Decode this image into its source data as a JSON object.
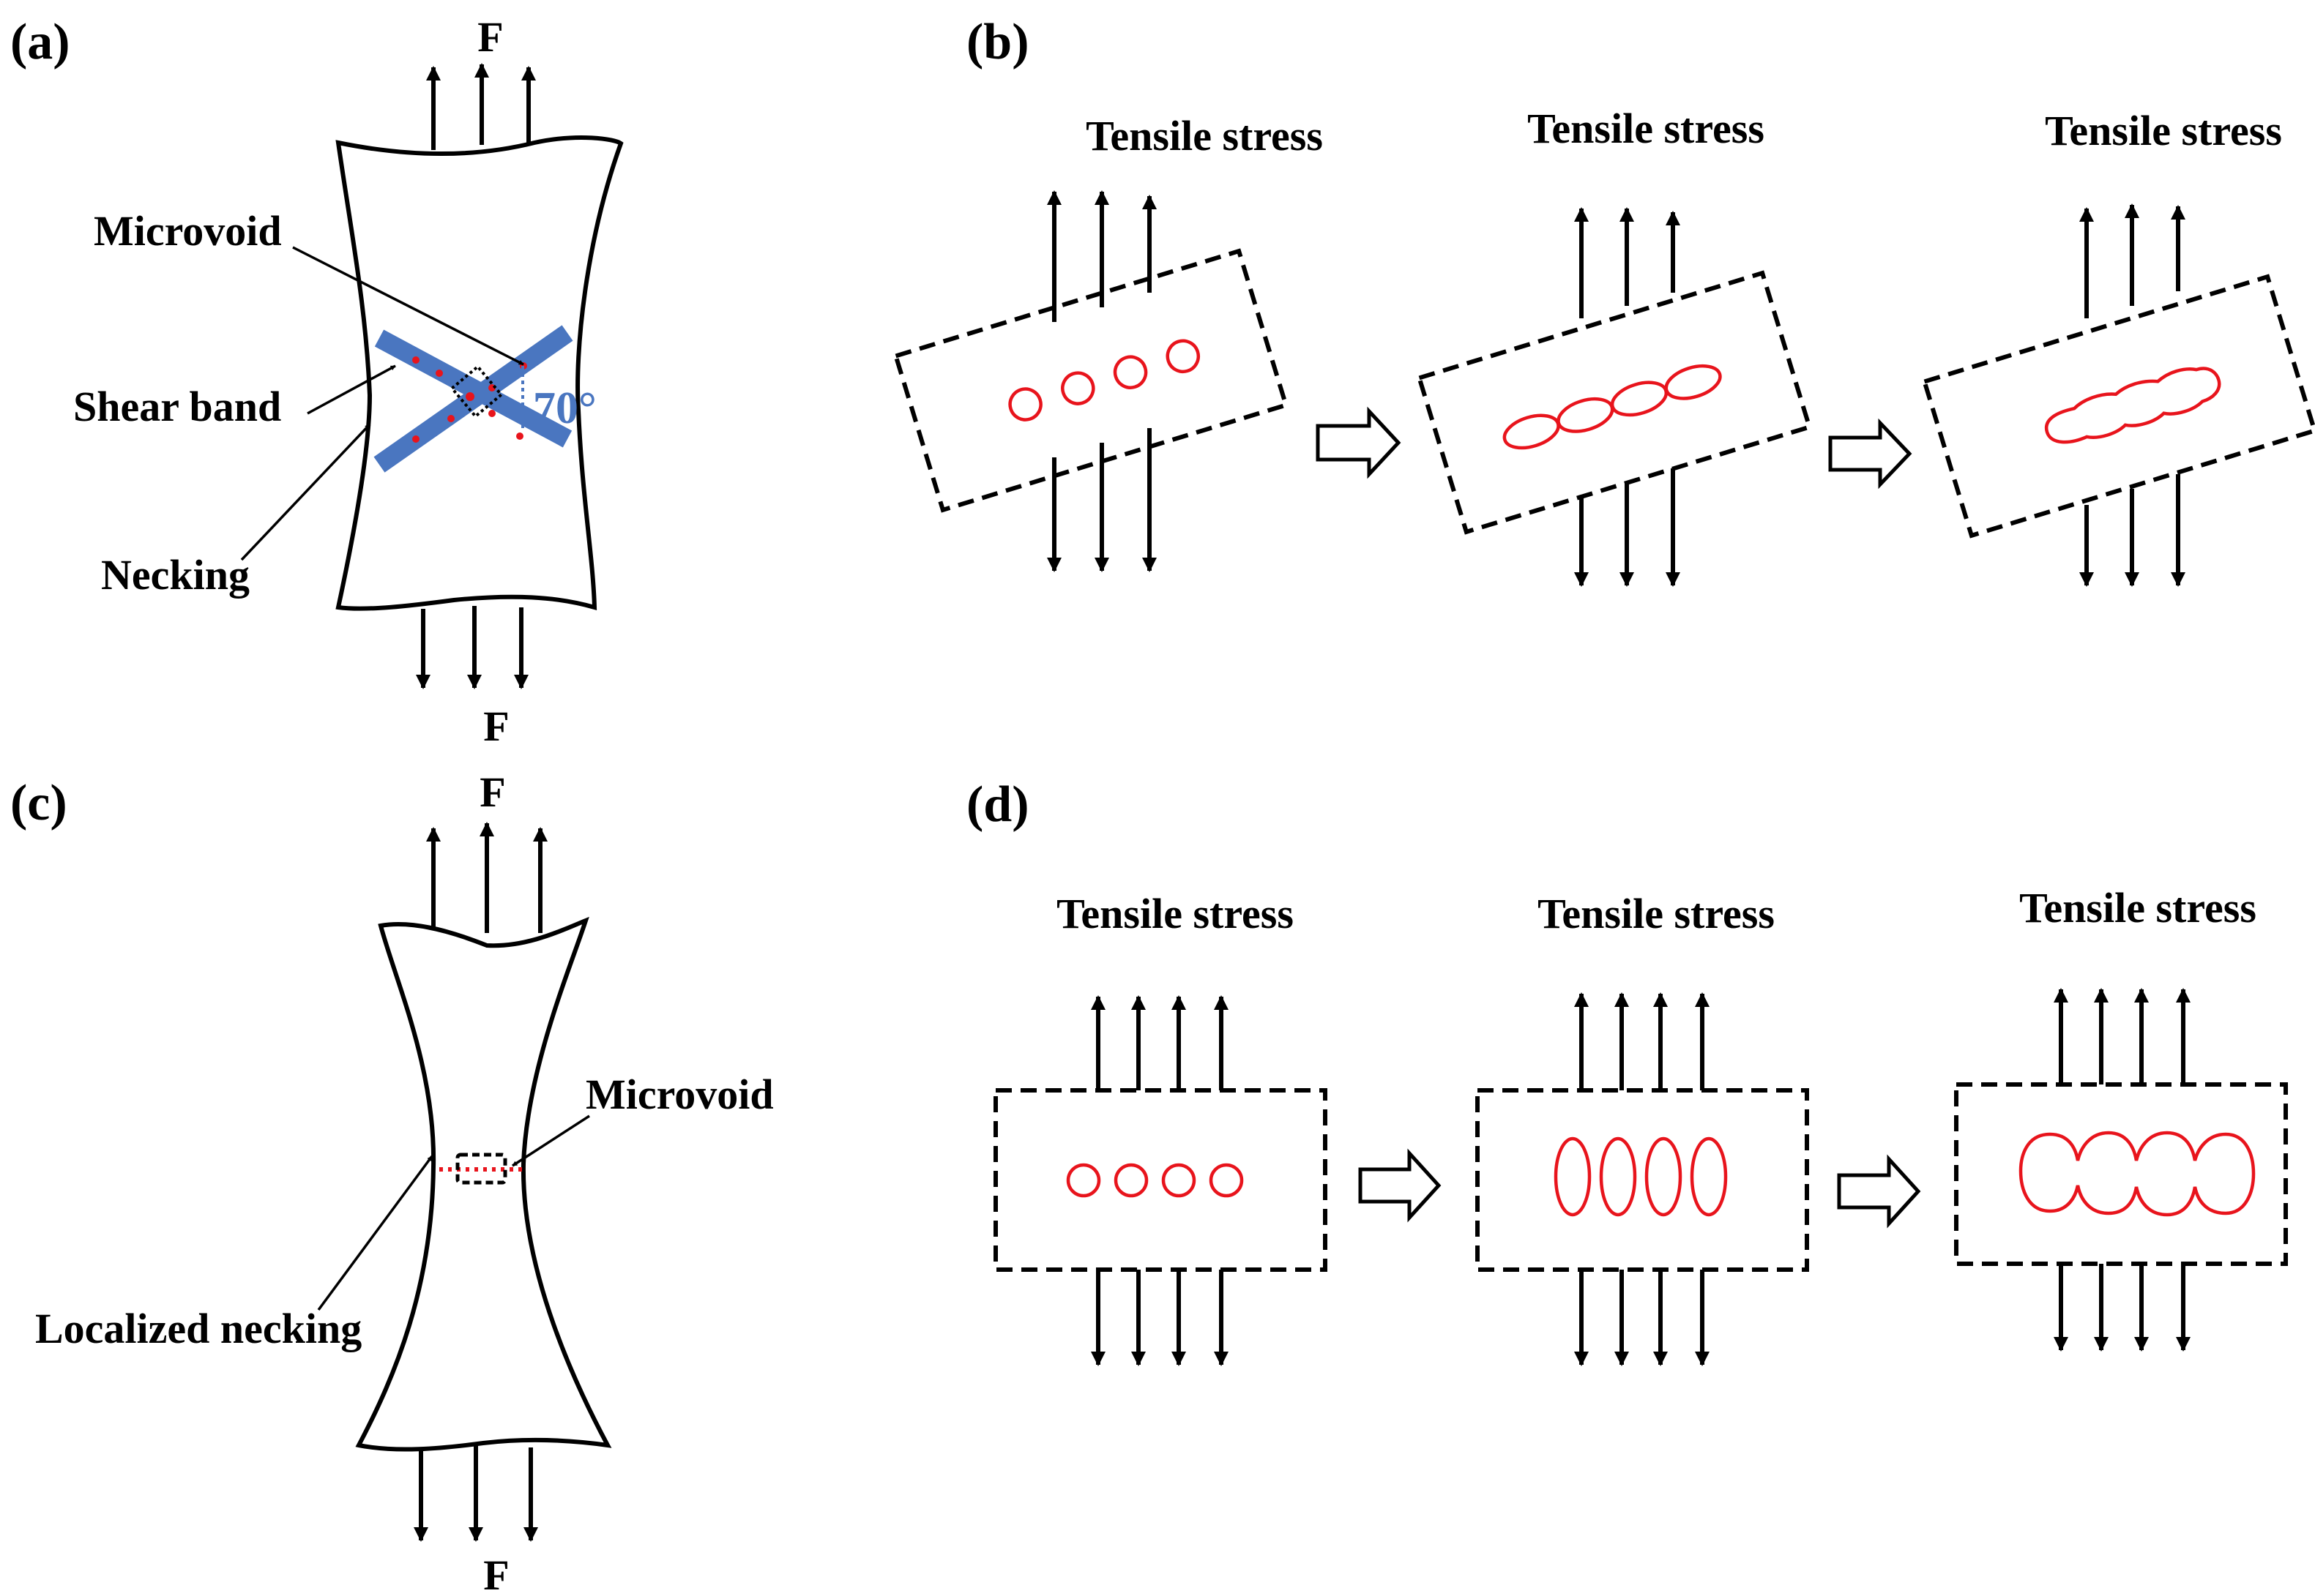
{
  "panels": {
    "a": "(a)",
    "b": "(b)",
    "c": "(c)",
    "d": "(d)"
  },
  "labels": {
    "force": "F",
    "microvoid": "Microvoid",
    "shear_band": "Shear band",
    "necking": "Necking",
    "angle": "70°",
    "localized_necking": "Localized necking",
    "tensile_stress": "Tensile stress"
  },
  "colors": {
    "shear_band": "#4a76c0",
    "void": "#e8141c",
    "outline": "#000000"
  }
}
